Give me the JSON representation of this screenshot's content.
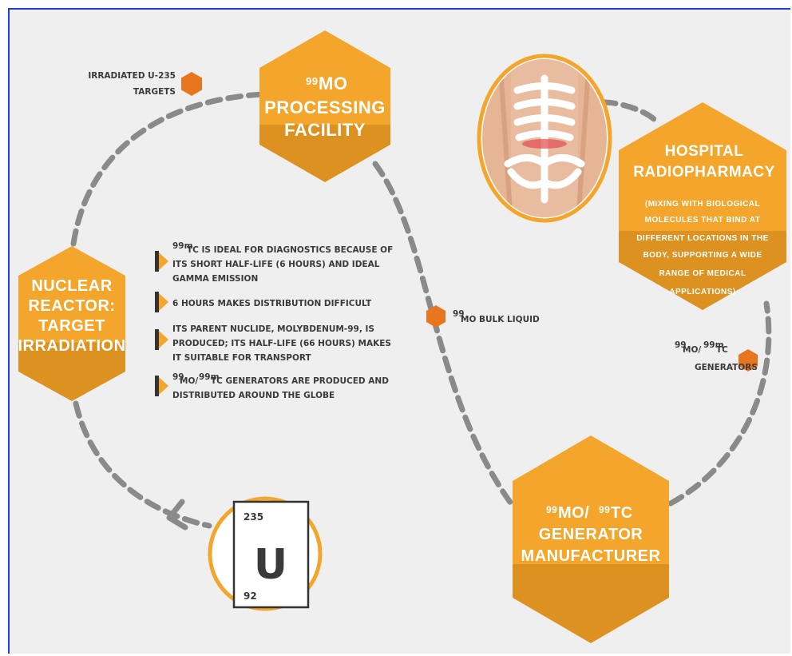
{
  "colors": {
    "hex_top": "#f0a22a",
    "hex_bottom": "#d98d1a",
    "hex_small": "#e8761f",
    "dash": "#8a8a8a",
    "text": "#3a3a3a",
    "background": "#efefef",
    "border": "#1f3fd0"
  },
  "nodes": {
    "mo_facility": {
      "sup": "99",
      "line1": "MO",
      "line2": "PROCESSING",
      "line3": "FACILITY"
    },
    "reactor": {
      "line1": "NUCLEAR",
      "line2": "REACTOR:",
      "line3": "TARGET",
      "line4": "IRRADIATION"
    },
    "hospital": {
      "line1": "HOSPITAL",
      "line2": "RADIOPHARMACY",
      "desc1": "(MIXING WITH BIOLOGICAL",
      "desc2": "MOLECULES  THAT BIND AT",
      "desc3": "DIFFERENT  LOCATIONS IN THE",
      "desc4": "BODY, SUPPORTING A WIDE",
      "desc5": "RANGE OF MEDICAL",
      "desc6": "APPLICATIONS)"
    },
    "generator": {
      "sup1": "99",
      "a": "MO/",
      "sup2": "99",
      "b": "TC",
      "line2": "GENERATOR",
      "line3": "MANUFACTURER"
    }
  },
  "labels": {
    "irradiated_line1": "IRRADIATED U-235",
    "irradiated_line2": "TARGETS",
    "bulk_sup": "99",
    "bulk_text": "MO BULK LIQUID",
    "gen_sup1": "99",
    "gen_a": "MO/",
    "gen_sup2": "99m",
    "gen_b": "TC",
    "gen_line2": "GENERATORS"
  },
  "uranium": {
    "mass": "235",
    "symbol": "U",
    "atomic_number": "92"
  },
  "bullets": [
    {
      "sup": "99m",
      "l1": "TC IS IDEAL FOR DIAGNOSTICS BECAUSE OF",
      "l2": "ITS SHORT HALF-LIFE (6 HOURS) AND IDEAL",
      "l3": "GAMMA EMISSION"
    },
    {
      "l1": "6 HOURS MAKES DISTRIBUTION DIFFICULT"
    },
    {
      "l1": "ITS PARENT NUCLIDE, MOLYBDENUM-99, IS",
      "l2": "PRODUCED; ITS HALF-LIFE (66 HOURS) MAKES",
      "l3": "IT SUITABLE FOR TRANSPORT"
    },
    {
      "sup1": "99",
      "a": "MO/",
      "sup2": "99m",
      "l1": "TC GENERATORS ARE PRODUCED AND",
      "l2": "DISTRIBUTED AROUND THE GLOBE"
    }
  ]
}
